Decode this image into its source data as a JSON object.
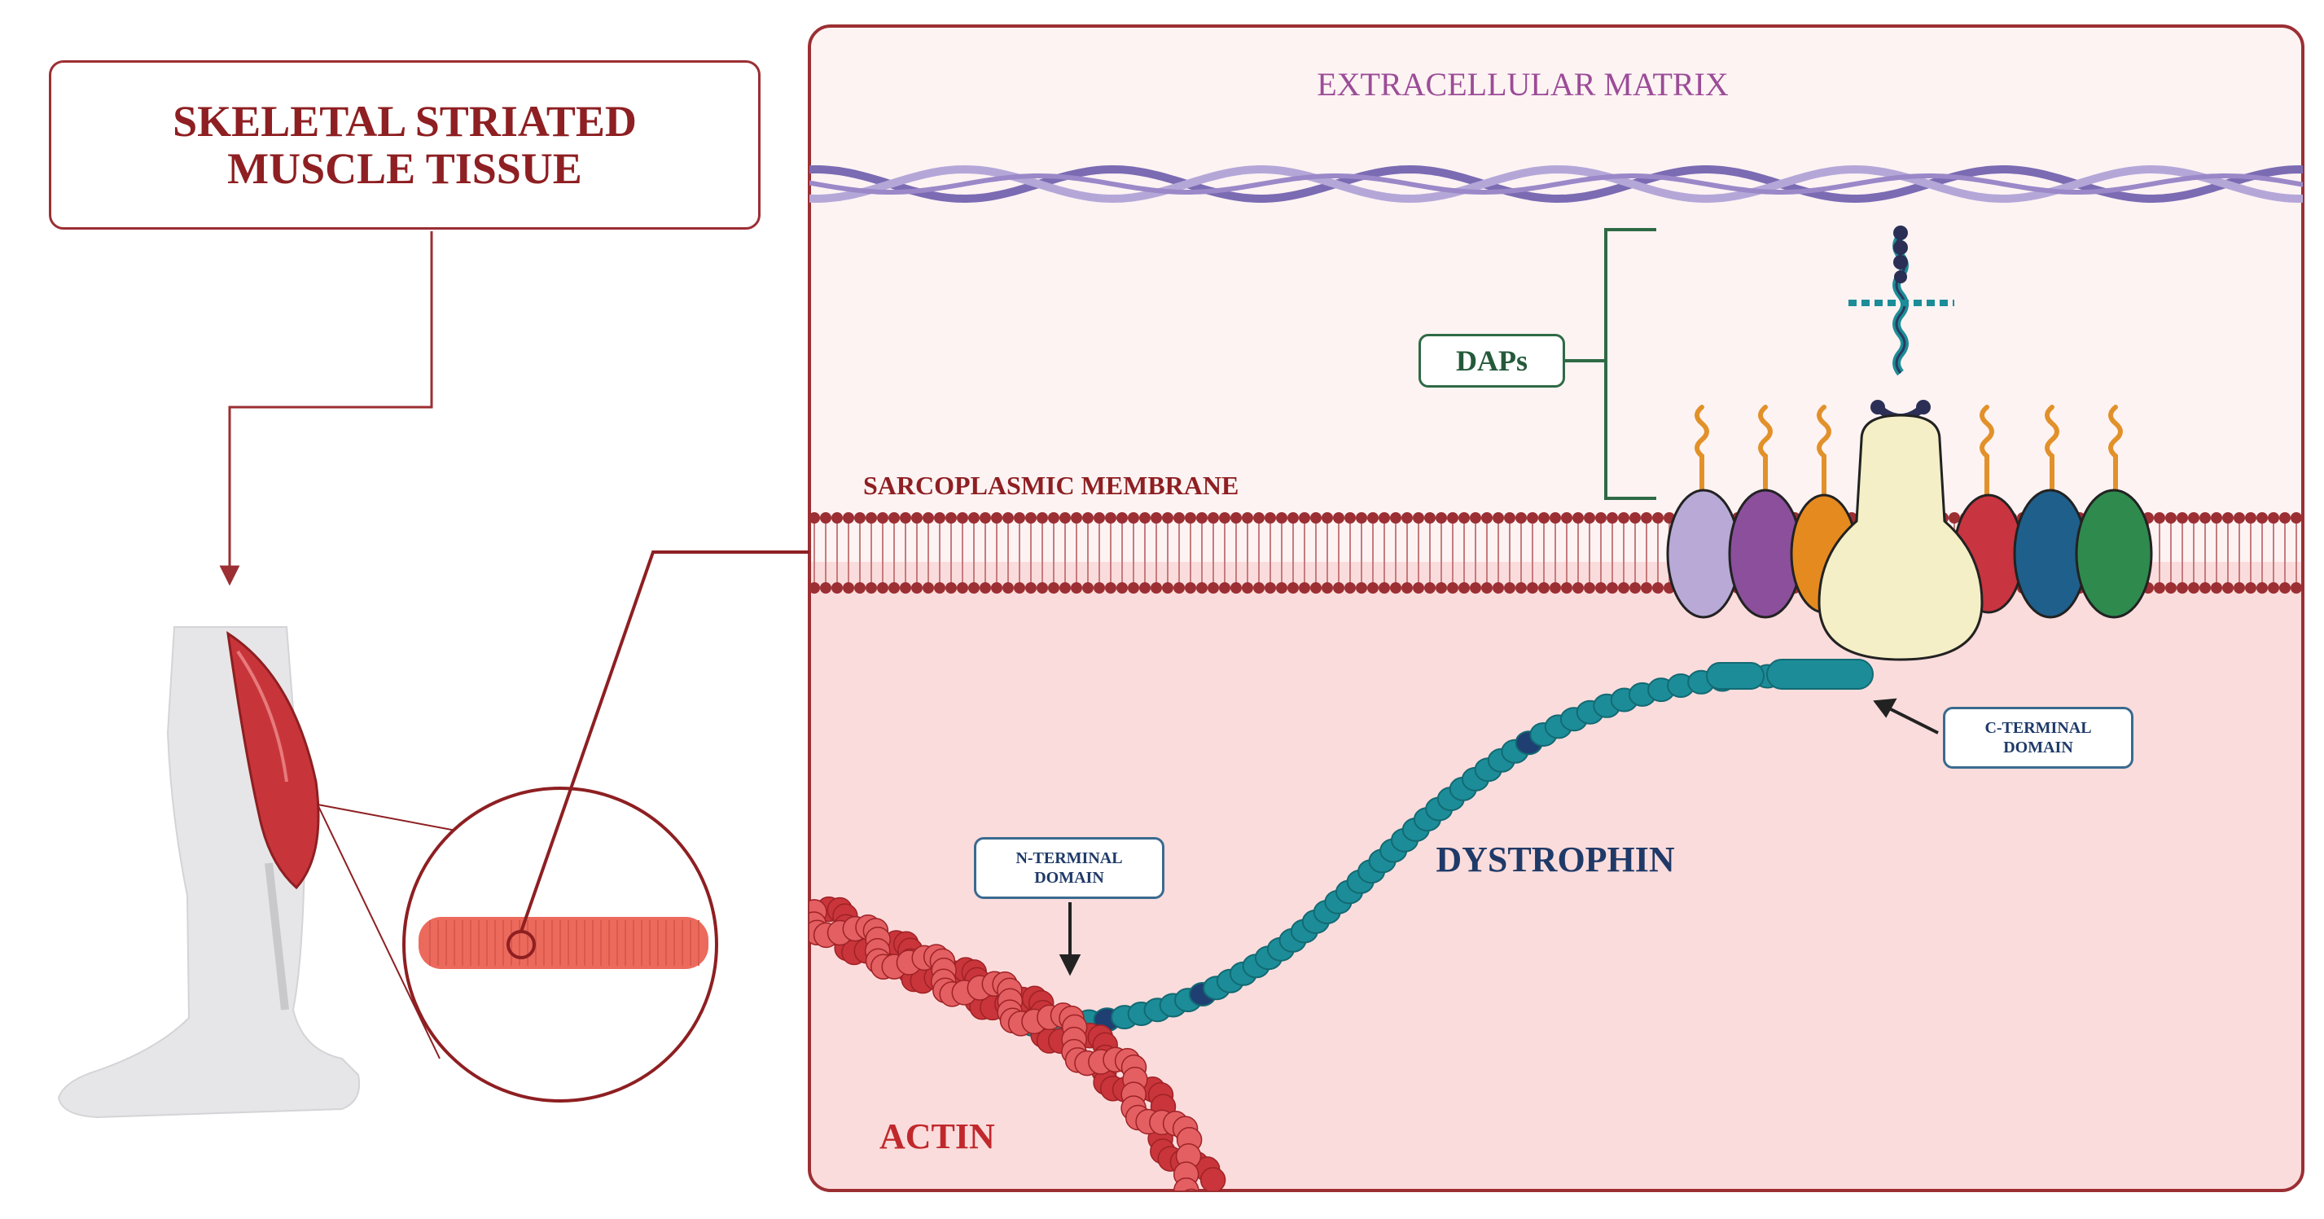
{
  "title": {
    "line1": "SKELETAL STRIATED",
    "line2": "MUSCLE TISSUE"
  },
  "labels": {
    "extracellular_matrix": "EXTRACELLULAR MATRIX",
    "sarcoplasmic_membrane": "SARCOPLASMIC MEMBRANE",
    "dystrophin": "DYSTROPHIN",
    "actin": "ACTIN",
    "daps": "DAPs",
    "n_terminal": {
      "line1": "N-TERMINAL",
      "line2": "DOMAIN"
    },
    "c_terminal": {
      "line1": "C-TERMINAL",
      "line2": "DOMAIN"
    }
  },
  "colors": {
    "frame_red": "#9b2f33",
    "cytoplasm_pink": "#fbe1e1",
    "ecm_purple": "#7b6bb3",
    "dystrophin_teal": "#1c8d98",
    "actin_red": "#e0474b",
    "daps_green": "#2e6a45"
  },
  "daps_proteins": [
    {
      "color": "#b8a9d6"
    },
    {
      "color": "#8b4f9c"
    },
    {
      "color": "#e58a1f"
    },
    {
      "color": "#f4efc6"
    },
    {
      "color": "#c8343f"
    },
    {
      "color": "#1f5f8b"
    },
    {
      "color": "#2f8a4e"
    }
  ]
}
